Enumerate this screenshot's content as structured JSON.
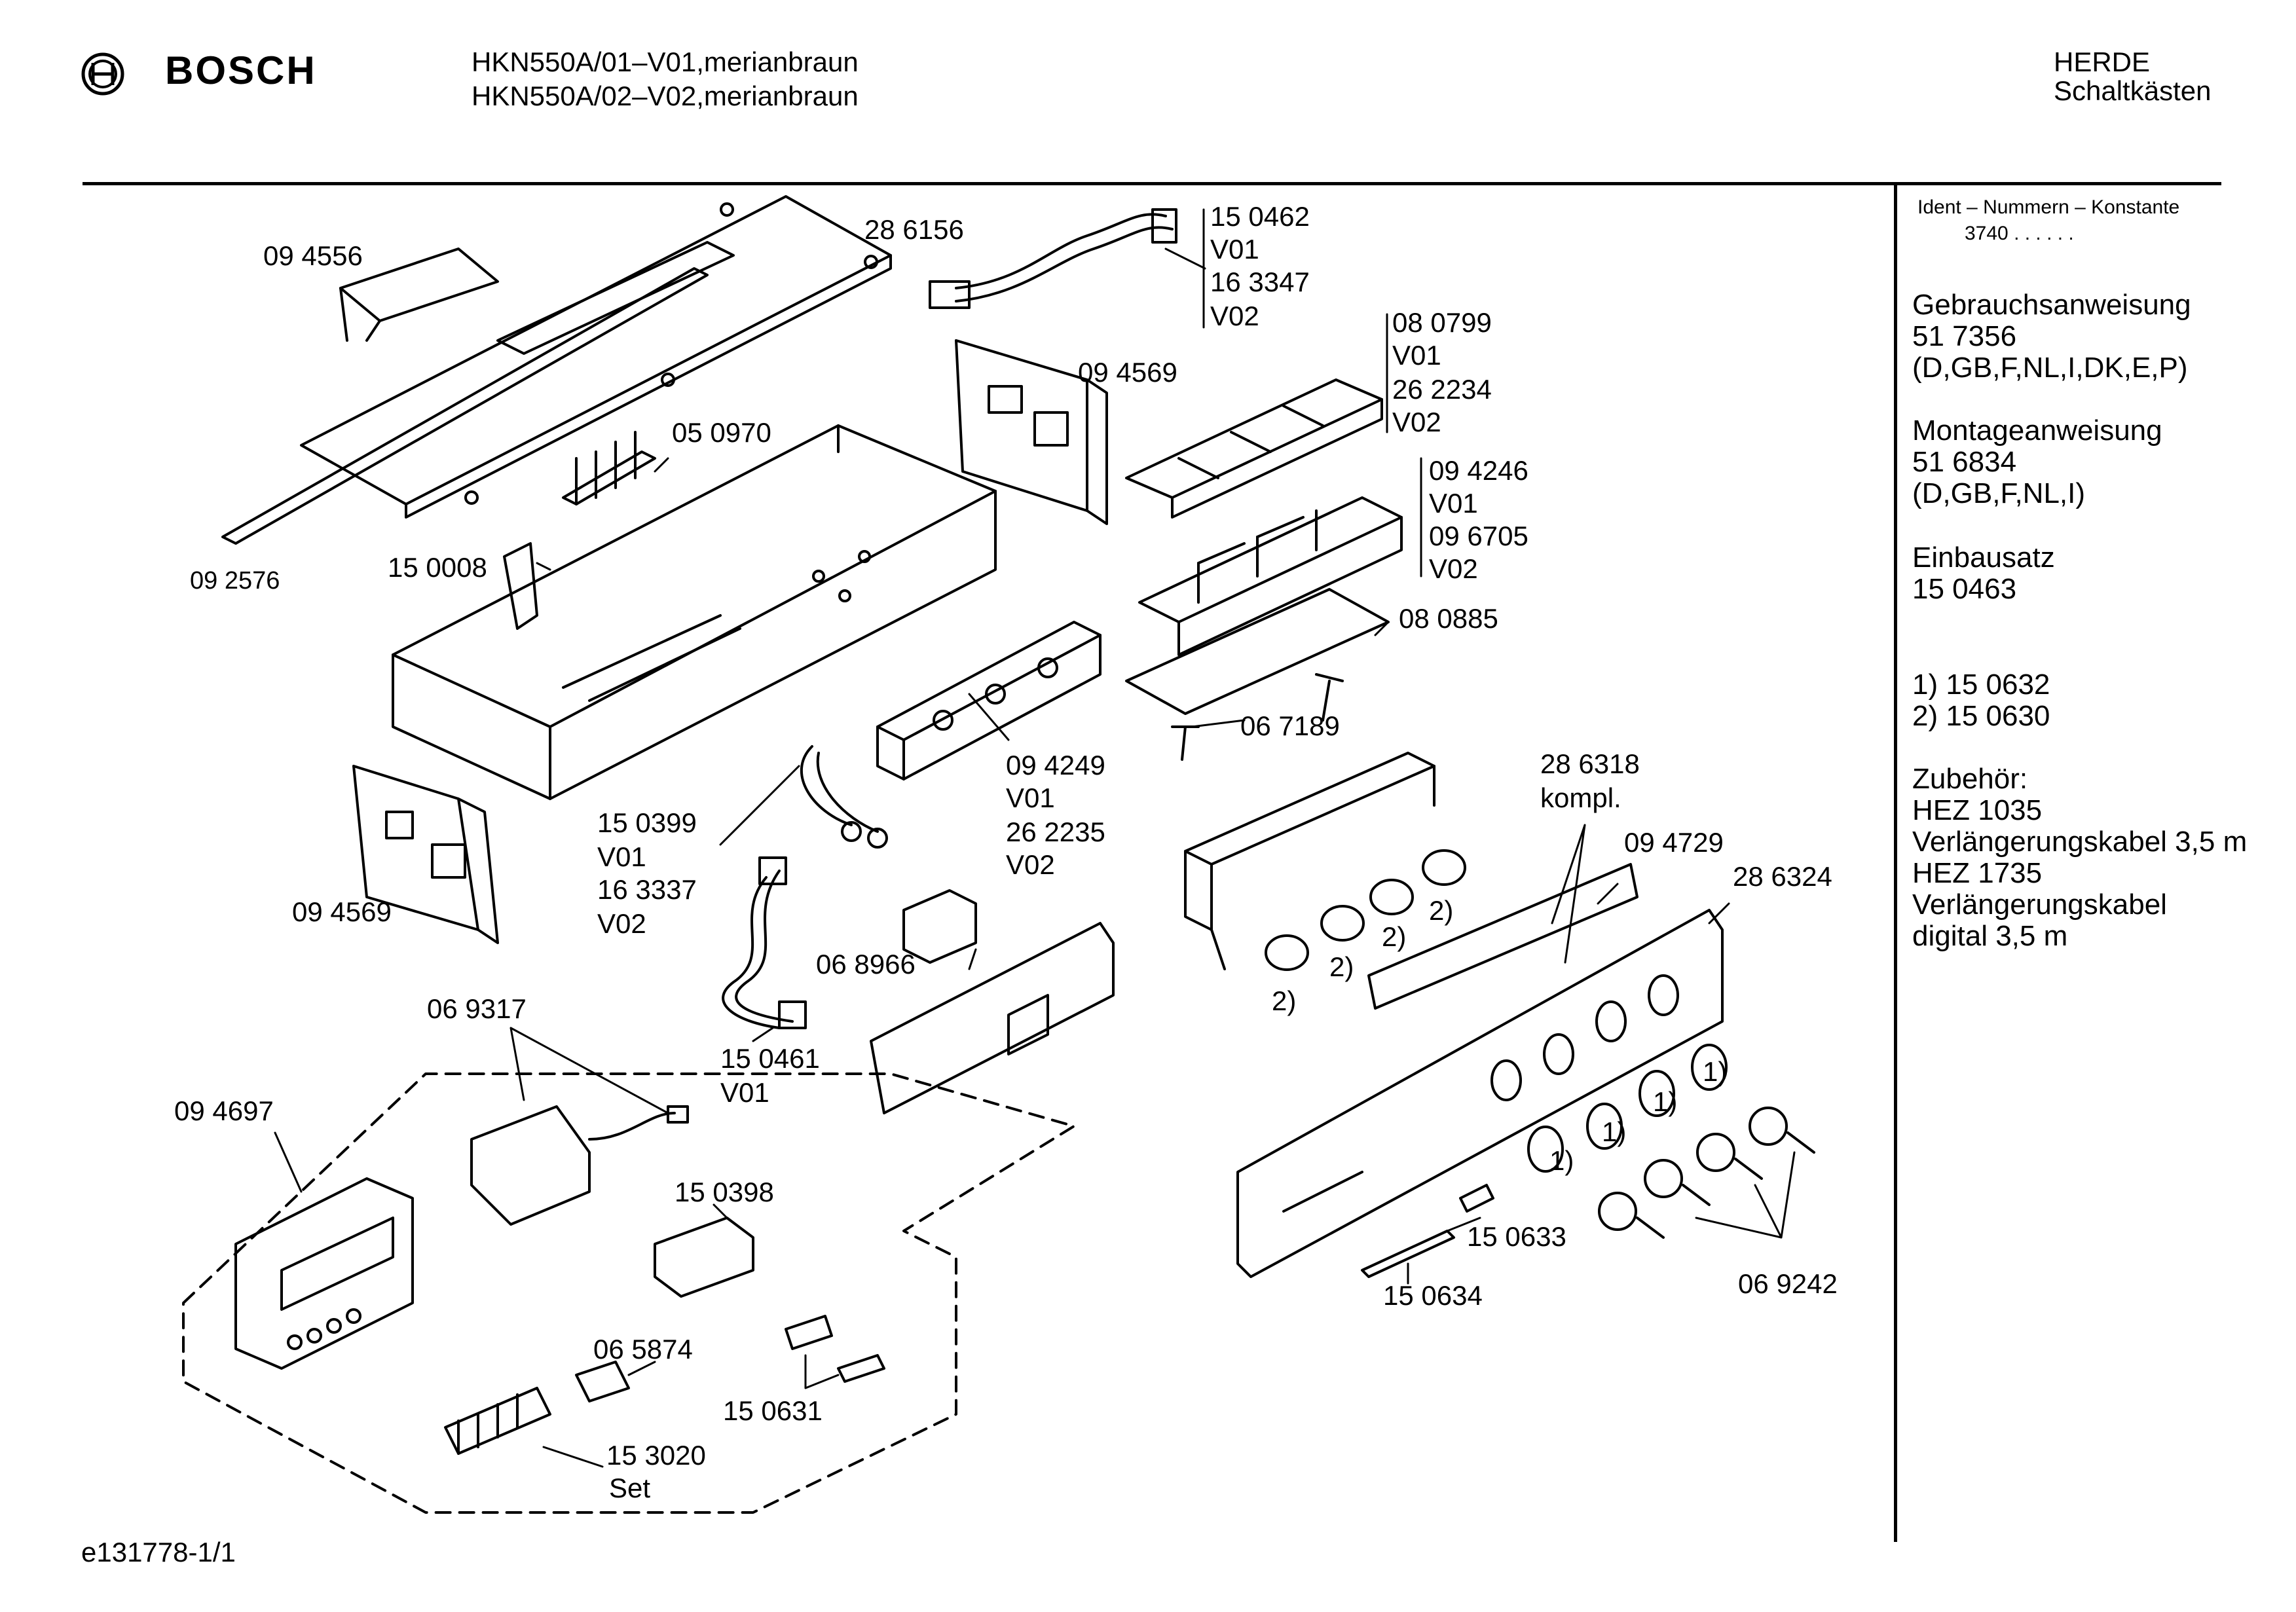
{
  "header": {
    "brand": "BOSCH",
    "models": [
      "HKN550A/01–V01,merianbraun",
      "HKN550A/02–V02,merianbraun"
    ],
    "category": [
      "HERDE",
      "Schaltkästen"
    ]
  },
  "sidebar": {
    "ident_title": "Ident – Nummern – Konstante",
    "ident_value": "3740 .  .  .  .  .  .",
    "sections": [
      {
        "lines": [
          "Gebrauchsanweisung",
          "51 7356",
          "(D,GB,F,NL,I,DK,E,P)"
        ]
      },
      {
        "lines": [
          "Montageanweisung",
          "51 6834",
          "(D,GB,F,NL,I)"
        ]
      },
      {
        "lines": [
          "Einbausatz",
          "15 0463"
        ]
      },
      {
        "lines": [
          "1) 15 0632",
          "2) 15 0630"
        ]
      },
      {
        "lines": [
          "Zubehör:",
          "HEZ 1035",
          "Verlängerungskabel 3,5 m",
          "HEZ 1735",
          "Verlängerungskabel",
          "digital 3,5 m"
        ]
      }
    ]
  },
  "callouts": {
    "c094556": "09 4556",
    "c286156": "28 6156",
    "c150462": [
      "15 0462",
      "V01",
      "16 3347",
      "V02"
    ],
    "c080799": [
      "08 0799",
      "V01",
      "26 2234",
      "V02"
    ],
    "c094569a": "09 4569",
    "c050970": "05 0970",
    "c094246": [
      "09 4246",
      "V01",
      "09 6705",
      "V02"
    ],
    "c150008": "15 0008",
    "c092576": "09 2576",
    "c080885": "08 0885",
    "c067189": "06 7189",
    "c094249": [
      "09 4249",
      "V01",
      "26 2235",
      "V02"
    ],
    "c286318": [
      "28 6318",
      "kompl."
    ],
    "c094729": "09 4729",
    "c150399": [
      "15 0399",
      "V01",
      "16 3337",
      "V02"
    ],
    "c286324": "28 6324",
    "c094569b": "09 4569",
    "c068966": "06 8966",
    "c069317": "06 9317",
    "c150461": [
      "15 0461",
      "V01"
    ],
    "c094697": "09 4697",
    "c150398": "15 0398",
    "c150633": "15 0633",
    "c150634": "15 0634",
    "c069242": "06 9242",
    "c065874": "06 5874",
    "c150631": "15 0631",
    "c153020": [
      "15 3020",
      "Set"
    ],
    "fn1": "1)",
    "fn2": "2)"
  },
  "footer": {
    "doc_id": "e131778-1/1"
  }
}
